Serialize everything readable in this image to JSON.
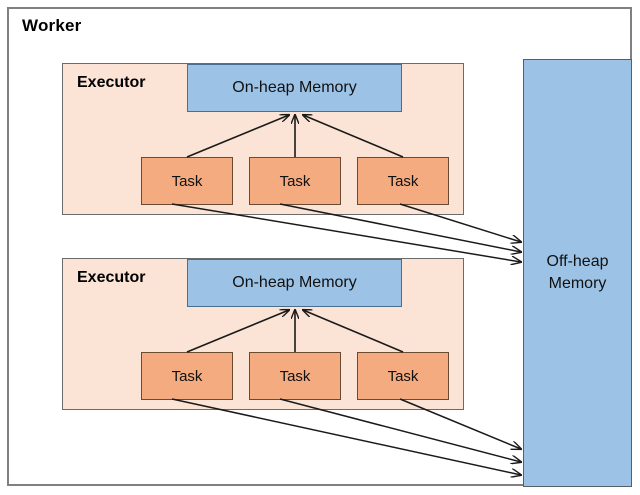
{
  "diagram": {
    "title": "Worker",
    "type": "architecture-block-diagram",
    "colors": {
      "executor_fill": "#FBE3D6",
      "memory_fill": "#9CC3E6",
      "task_fill": "#F4AB7F",
      "frame_stroke": "#808080",
      "arrow_stroke": "#1a1a1a"
    }
  },
  "worker": {
    "label": "Worker",
    "executors": [
      {
        "label": "Executor",
        "memory": {
          "label": "On-heap Memory"
        },
        "tasks": [
          {
            "label": "Task"
          },
          {
            "label": "Task"
          },
          {
            "label": "Task"
          }
        ]
      },
      {
        "label": "Executor",
        "memory": {
          "label": "On-heap Memory"
        },
        "tasks": [
          {
            "label": "Task"
          },
          {
            "label": "Task"
          },
          {
            "label": "Task"
          }
        ]
      }
    ]
  },
  "offheap": {
    "line1": "Off-heap",
    "line2": "Memory"
  }
}
